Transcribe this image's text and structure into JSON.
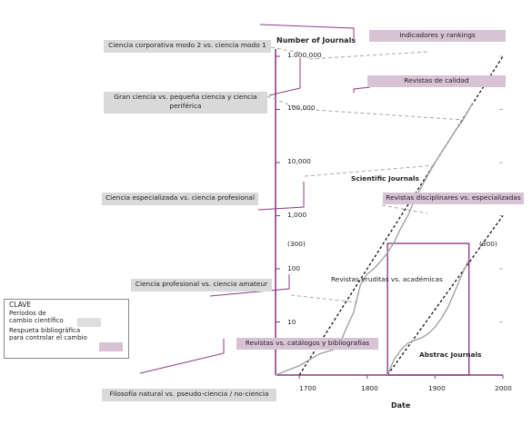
{
  "chart_data": {
    "type": "line",
    "xlabel": "Date",
    "ylabel": "Number of Journals",
    "x_ticks": [
      "1700",
      "1800",
      "1900",
      "2000"
    ],
    "y_ticks": [
      "10",
      "100",
      "1,000",
      "10,000",
      "100,000",
      "1.000,000"
    ],
    "y_scale": "log",
    "xlim": [
      1665,
      2000
    ],
    "ylim": [
      1,
      1000000
    ],
    "annotation_300": "(300)",
    "series": [
      {
        "name": "Scientific Journals",
        "x": [
          1665,
          1700,
          1730,
          1750,
          1760,
          1770,
          1780,
          1790,
          1800,
          1810,
          1820,
          1830,
          1840,
          1850,
          1860,
          1870,
          1880,
          1890,
          1900,
          1910,
          1920,
          1930,
          1940,
          1950,
          1955
        ],
        "y": [
          1,
          1.5,
          2.5,
          3,
          4,
          8,
          15,
          50,
          80,
          100,
          140,
          200,
          320,
          600,
          1000,
          2000,
          3500,
          6000,
          10000,
          16000,
          25000,
          40000,
          60000,
          100000,
          130000
        ]
      },
      {
        "name": "Abstrac Journals",
        "x": [
          1830,
          1840,
          1850,
          1860,
          1870,
          1880,
          1890,
          1900,
          1910,
          1920,
          1930,
          1940,
          1950
        ],
        "y": [
          1,
          2,
          3,
          4,
          4.5,
          5,
          6,
          8,
          12,
          20,
          40,
          80,
          150
        ]
      }
    ],
    "trend_lines": [
      {
        "x": [
          1700,
          2000
        ],
        "y": [
          1,
          1000000
        ]
      },
      {
        "x": [
          1830,
          2000
        ],
        "y": [
          1,
          1000
        ]
      }
    ],
    "markers": {
      "x": [
        1830,
        1950
      ],
      "y_top": 300
    }
  },
  "left_labels": [
    "Ciencia corporativa modo 2 vs. ciencia modo 1",
    "Gran ciencia vs. pequeña ciencia y ciencia periférica",
    "Ciencia especializada vs. ciencia profesional",
    "Ciencia profesional vs. ciencia amateur",
    "Filosofía natural vs. pseudo-ciencia / no-ciencia"
  ],
  "right_labels": [
    "Indicadores y rankings",
    "Revistas de calidad",
    "Revistas disciplinares vs. especializadas",
    "Revistas vs. catálogos y bibliografías"
  ],
  "chart_labels": {
    "scientific": "Scientific Journals",
    "eruditas": "Revistas eruditas vs. académicas",
    "abstrac": "Abstrac Journals"
  },
  "legend": {
    "title": "CLAVE",
    "item1": "Períodos de cambio científico",
    "item2": "Respueta bibliográfica para controlar el cambio"
  },
  "colors": {
    "purple": "#8e3b86",
    "box_purple": "#d8c3d4",
    "box_grey": "#d9d9d9",
    "curve": "#a3a3a3"
  }
}
